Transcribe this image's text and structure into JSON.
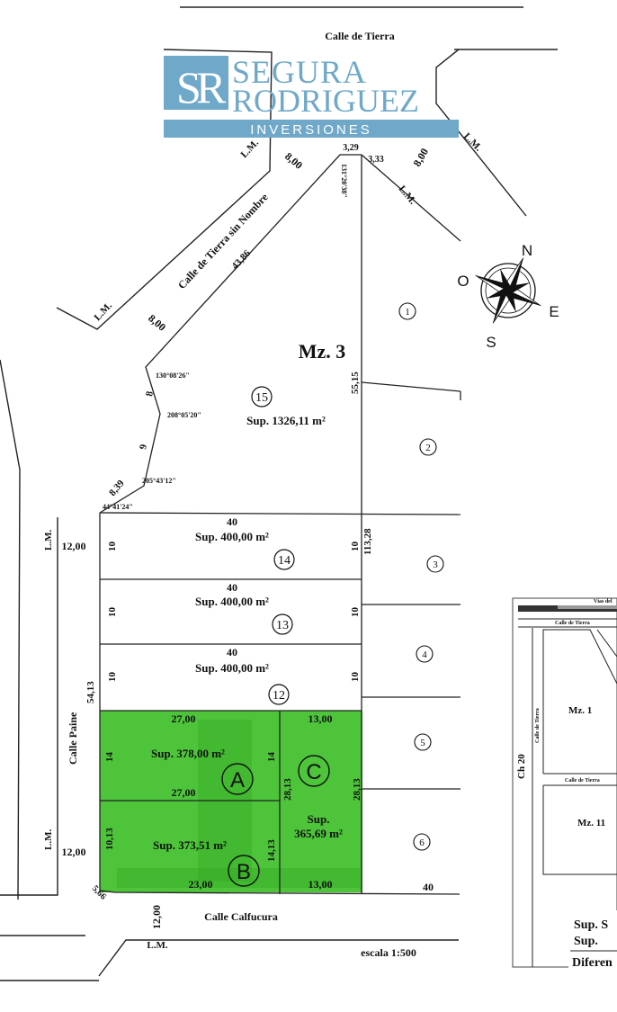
{
  "logo": {
    "line1": "SEGURA",
    "line2": "RODRIGUEZ",
    "line3": "INVERSIONES",
    "color": "#6fa8c9"
  },
  "streets": {
    "top": "Calle de Tierra",
    "diagonal": "Calle de Tierra sin Nombre",
    "left": "Calle Paine",
    "bottom": "Calle Calfucura"
  },
  "labels": {
    "lm": "L.M.",
    "block": "Mz. 3",
    "scale": "escala 1:500"
  },
  "compass": {
    "n": "N",
    "s": "S",
    "e": "E",
    "o": "O"
  },
  "dims": {
    "d_8_left": "8,00",
    "d_8_right": "8,00",
    "d_8_diag": "8,00",
    "d_329": "3,29",
    "d_333": "3,33",
    "ang_131": "131°20'38\"",
    "d_4386": "43,86",
    "d_5515": "55,15",
    "ang_130": "130°08'26\"",
    "d_8": "8",
    "ang_208": "208°05'20\"",
    "d_9": "9",
    "ang_205": "205°43'12\"",
    "d_839": "8,39",
    "ang_44": "44°41'24\"",
    "d_1200_top": "12,00",
    "d_1200_mid": "12,00",
    "d_1200_bot": "12,00",
    "d_11328": "113,28",
    "d_5413": "54,13",
    "d_40": "40",
    "d_10": "10",
    "d_2700": "27,00",
    "d_1300": "13,00",
    "d_14": "14",
    "d_2813": "28,13",
    "d_1013": "10,13",
    "d_1413": "14,13",
    "d_2300": "23,00",
    "d_566": "5,66",
    "d_40_bottom": "40"
  },
  "lots": {
    "lot15_num": "15",
    "lot15_sup": "Sup. 1326,11 m²",
    "lot14_num": "14",
    "lot13_num": "13",
    "lot12_num": "12",
    "sup400": "Sup. 400,00 m²",
    "right_lots": [
      "1",
      "2",
      "3",
      "4",
      "5",
      "6"
    ],
    "a_letter": "A",
    "a_sup": "Sup. 378,00 m²",
    "b_letter": "B",
    "b_sup": "Sup. 373,51 m²",
    "c_letter": "C",
    "c_sup1": "Sup.",
    "c_sup2": "365,69 m²",
    "green": "#3fbf2a"
  },
  "inset": {
    "route": "Vías del",
    "street_top": "Calle de Tierra",
    "street_side": "Calle de Tierra",
    "street_mid": "Calle de Tierra",
    "block1": "Mz. 1",
    "block11": "Mz. 11",
    "ch20": "Ch 20",
    "sup1": "Sup. S",
    "sup2": "Sup.",
    "diff": "Diferen"
  }
}
